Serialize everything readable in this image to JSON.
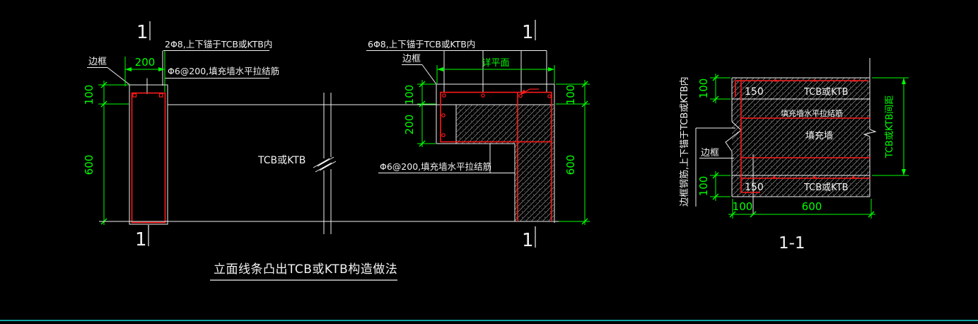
{
  "drawing_title": "立面线条凸出TCB或KTB构造做法",
  "colors": {
    "background": "#000000",
    "line": "#f2f2f2",
    "dimension": "#00ff00",
    "rebar": "#ff1a1a",
    "hatch": "#9a9a9a",
    "viewport_edge": "#1bd9d9"
  },
  "left_view": {
    "section_mark_top": "1",
    "section_mark_bottom": "1",
    "note_rebar": "2Φ8,上下锚于TCB或KTB内",
    "note_tie": "Φ6@200,填充墙水平拉结筋",
    "edge_frame_label": "边框",
    "dim_200": "200",
    "dim_100": "100",
    "dim_600": "600",
    "member_label": "TCB或KTB"
  },
  "mid_view": {
    "section_mark_top": "1",
    "section_mark_bottom": "1",
    "note_rebar": "6Φ8,上下锚于TCB或KTB内",
    "edge_frame_label": "边框",
    "plan_ref_label": "详平面",
    "note_tie": "Φ6@200,填充墙水平拉结筋",
    "dim_left_100": "100",
    "dim_left_200": "200",
    "dim_right_100": "100",
    "dim_right_600": "600"
  },
  "section_view": {
    "title": "1-1",
    "top_band_label": "TCB或KTB",
    "bottom_band_label": "TCB或KTB",
    "top_dim_150": "150",
    "bottom_dim_150": "150",
    "tie_label": "填充墙水平拉结筋",
    "wall_label": "填充墙",
    "edge_frame_label": "边框",
    "edge_rebar_note": "边框钢筋,上下锚于TCB或KTB内",
    "spacing_label": "TCB或KTB间距",
    "dim_100_top_left": "100",
    "dim_100_bottom_left": "100",
    "dim_bottom_100": "100",
    "dim_bottom_600": "600"
  }
}
